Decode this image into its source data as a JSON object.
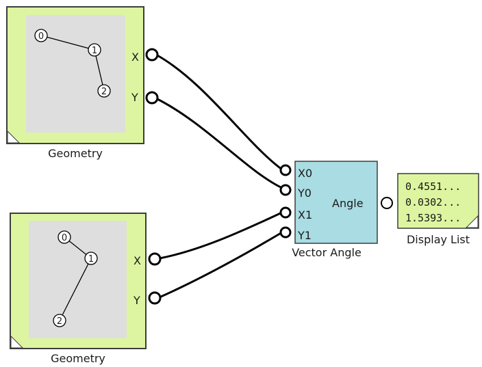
{
  "colors": {
    "block_fill": "#ddf5a0",
    "block_stroke": "#3c3c3c",
    "inner_panel": "#dedede",
    "vector_fill": "#a9dce3",
    "wire": "#000000"
  },
  "geometry_blocks": [
    {
      "caption": "Geometry",
      "outputs": [
        "X",
        "Y"
      ],
      "nodes": [
        {
          "label": "0"
        },
        {
          "label": "1"
        },
        {
          "label": "2"
        }
      ]
    },
    {
      "caption": "Geometry",
      "outputs": [
        "X",
        "Y"
      ],
      "nodes": [
        {
          "label": "0"
        },
        {
          "label": "1"
        },
        {
          "label": "2"
        }
      ]
    }
  ],
  "vector_angle": {
    "caption": "Vector Angle",
    "inputs": [
      "X0",
      "Y0",
      "X1",
      "Y1"
    ],
    "output": "Angle"
  },
  "display_list": {
    "caption": "Display List",
    "values": [
      "0.4551...",
      "0.0302...",
      "1.5393..."
    ]
  }
}
